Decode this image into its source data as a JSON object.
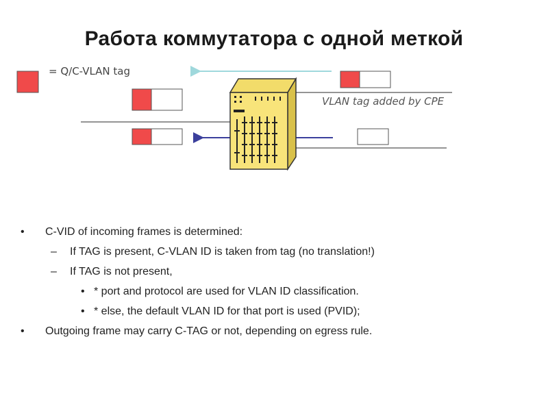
{
  "title": "Работа коммутатора с одной меткой",
  "legend": {
    "text": "= Q/C-VLAN tag",
    "tag_color": "#f04a4a"
  },
  "cpe_note": "VLAN tag added by CPE",
  "colors": {
    "tag_red": "#f04a4a",
    "switch_face": "#f8e47a",
    "switch_side": "#d9c14a",
    "outgoing_arrow": "#9fd8dc",
    "incoming_arrow": "#3b3f9c"
  },
  "icons": {
    "switch": "network-switch-icon"
  },
  "bullets": [
    {
      "level": 1,
      "marker": "•",
      "text": "C-VID of incoming frames is determined:"
    },
    {
      "level": 2,
      "marker": "–",
      "text": "If TAG is present, C-VLAN ID is taken from tag (no translation!)"
    },
    {
      "level": 2,
      "marker": "–",
      "text": "If TAG is not present,"
    },
    {
      "level": 3,
      "marker": "•",
      "text": "* port and protocol are used for VLAN ID classification."
    },
    {
      "level": 3,
      "marker": "•",
      "text": "* else, the default VLAN ID for that port is used (PVID);"
    },
    {
      "level": 1,
      "marker": "•",
      "text": "Outgoing frame may carry C-TAG or not, depending on egress rule."
    }
  ]
}
